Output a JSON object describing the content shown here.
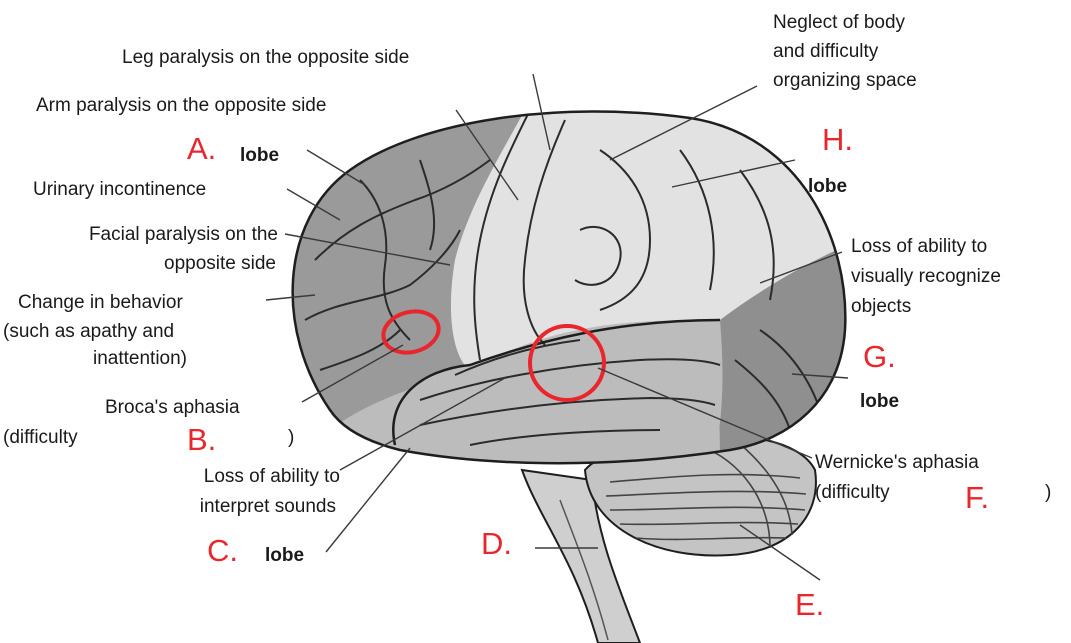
{
  "labels": {
    "leg": "Leg paralysis on the opposite side",
    "arm": "Arm paralysis on the opposite side",
    "lobe": "lobe",
    "urinary": "Urinary incontinence",
    "facial_1": "Facial paralysis on the",
    "facial_2": "opposite side",
    "behavior_1": "Change in behavior",
    "behavior_2": "(such as apathy and",
    "behavior_3": "inattention)",
    "broca_1": "Broca's aphasia",
    "broca_2": "(difficulty",
    "paren_close": ")",
    "sounds_1": "Loss of ability to",
    "sounds_2": "interpret sounds",
    "neglect_1": "Neglect of body",
    "neglect_2": "and difficulty",
    "neglect_3": "organizing space",
    "visual_1": "Loss of ability to",
    "visual_2": "visually recognize",
    "visual_3": "objects",
    "wernicke_1": "Wernicke's aphasia",
    "wernicke_2": "(difficulty"
  },
  "letters": {
    "a": "A.",
    "b": "B.",
    "c": "C.",
    "d": "D.",
    "e": "E.",
    "f": "F.",
    "g": "G.",
    "h": "H."
  },
  "colors": {
    "frontal": "#9a9a9a",
    "parietal": "#e2e2e2",
    "temporal": "#bcbcbc",
    "occipital": "#8f8f8f",
    "cerebellum": "#c4c4c4",
    "outline": "#1e1e1e",
    "marker": "#e8262b"
  }
}
